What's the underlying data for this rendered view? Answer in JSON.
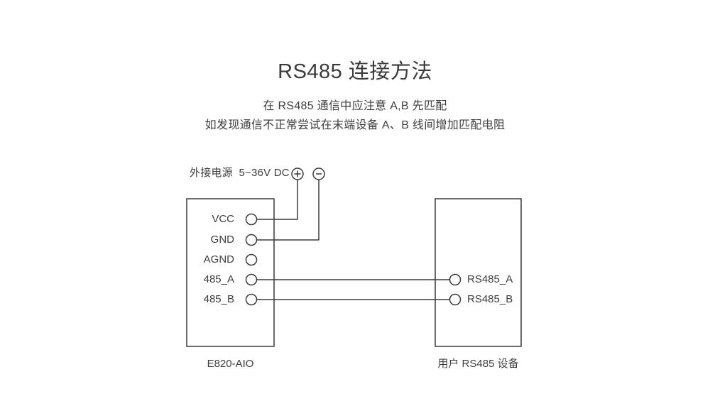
{
  "header": {
    "title": "RS485 连接方法",
    "notes": [
      "在 RS485 通信中应注意 A,B 先匹配",
      "如发现通信不正常尝试在末端设备 A、B 线间增加匹配电阻"
    ]
  },
  "power": {
    "label": "外接电源  5~36V DC",
    "positive_icon": "plus-circle-icon",
    "negative_icon": "minus-circle-icon"
  },
  "left_device": {
    "label": "E820-AIO",
    "pins": [
      "VCC",
      "GND",
      "AGND",
      "485_A",
      "485_B"
    ]
  },
  "right_device": {
    "label": "用户 RS485 设备",
    "pins": [
      "RS485_A",
      "RS485_B"
    ]
  },
  "connections": [
    {
      "from": "E820-AIO.VCC",
      "to": "外接电源 +"
    },
    {
      "from": "E820-AIO.GND",
      "to": "外接电源 −"
    },
    {
      "from": "E820-AIO.485_A",
      "to": "用户 RS485 设备.RS485_A"
    },
    {
      "from": "E820-AIO.485_B",
      "to": "用户 RS485 设备.RS485_B"
    }
  ],
  "colors": {
    "background": "#ffffff",
    "line": "#3a3a3a",
    "text": "#3d3d3d"
  }
}
